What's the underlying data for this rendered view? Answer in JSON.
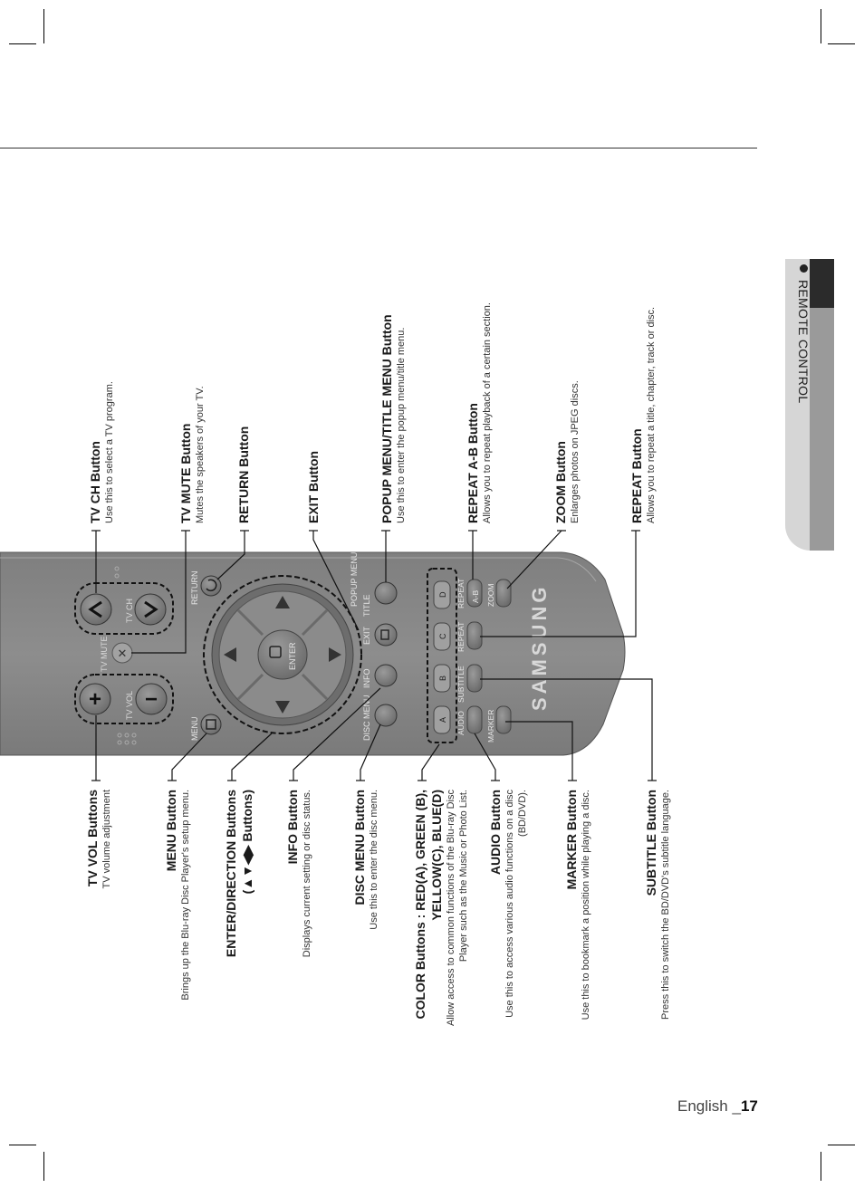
{
  "page": {
    "section_title": "REMOTE CONTROL",
    "footer_lang": "English _",
    "footer_num": "17"
  },
  "labels_top": [
    {
      "title": "TV CH Button",
      "desc": "Use this to select a TV program."
    },
    {
      "title": "TV MUTE Button",
      "desc": "Mutes the speakers of your TV."
    },
    {
      "title": "RETURN Button",
      "desc": ""
    },
    {
      "title": "EXIT Button",
      "desc": ""
    },
    {
      "title": "POPUP MENU/TITLE MENU Button",
      "desc": "Use this to enter the popup menu/title menu."
    },
    {
      "title": "REPEAT A-B Button",
      "desc": "Allows you to repeat playback of a certain section."
    },
    {
      "title": "ZOOM Button",
      "desc": "Enlarges photos on JPEG discs."
    },
    {
      "title": "REPEAT Button",
      "desc": "Allows you to repeat a title, chapter, track or disc."
    }
  ],
  "labels_bottom": [
    {
      "title": "TV VOL Buttons",
      "desc": "TV volume adjustment"
    },
    {
      "title": "MENU Button",
      "desc": "Brings up the Blu-ray Disc Player's setup menu."
    },
    {
      "title": "ENTER/DIRECTION Buttons",
      "title2": "(▲▼◀▶ Buttons)",
      "desc": ""
    },
    {
      "title": "INFO Button",
      "desc": "Displays current setting or disc status."
    },
    {
      "title": "DISC MENU Button",
      "desc": "Use this to enter the disc menu."
    },
    {
      "title": "COLOR Buttons : RED(A), GREEN (B),",
      "title2": "YELLOW(C), BLUE(D)",
      "desc": "Allow access to common functions of the Blu-ray Disc",
      "desc2": "Player such as the Music or Photo List."
    },
    {
      "title": "AUDIO Button",
      "desc": "Use this to access various audio functions on a disc",
      "desc2": "(BD/DVD)."
    },
    {
      "title": "MARKER Button",
      "desc": "Use this to bookmark a position while playing a disc."
    },
    {
      "title": "SUBTITLE Button",
      "desc": "Press this to switch the BD/DVD's subtitle language."
    }
  ],
  "remote": {
    "tv_vol": "TV VOL",
    "tv_mute": "TV MUTE",
    "tv_ch": "TV CH",
    "menu": "MENU",
    "return": "RETURN",
    "enter": "ENTER",
    "disc_menu": "DISC MENU",
    "info": "INFO",
    "exit": "EXIT",
    "title_menu": "TITLE",
    "title_menu2": "MENU",
    "popup_menu": "POPUP MENU",
    "color_a": "A",
    "color_b": "B",
    "color_c": "C",
    "color_d": "D",
    "audio": "AUDIO",
    "subtitle": "SUBTITLE",
    "repeat": "REPEAT",
    "repeat_ab": "REPEAT",
    "repeat_ab2": "A-B",
    "marker": "MARKER",
    "zoom": "ZOOM",
    "brand": "SAMSUNG",
    "plus": "+",
    "minus": "−"
  }
}
